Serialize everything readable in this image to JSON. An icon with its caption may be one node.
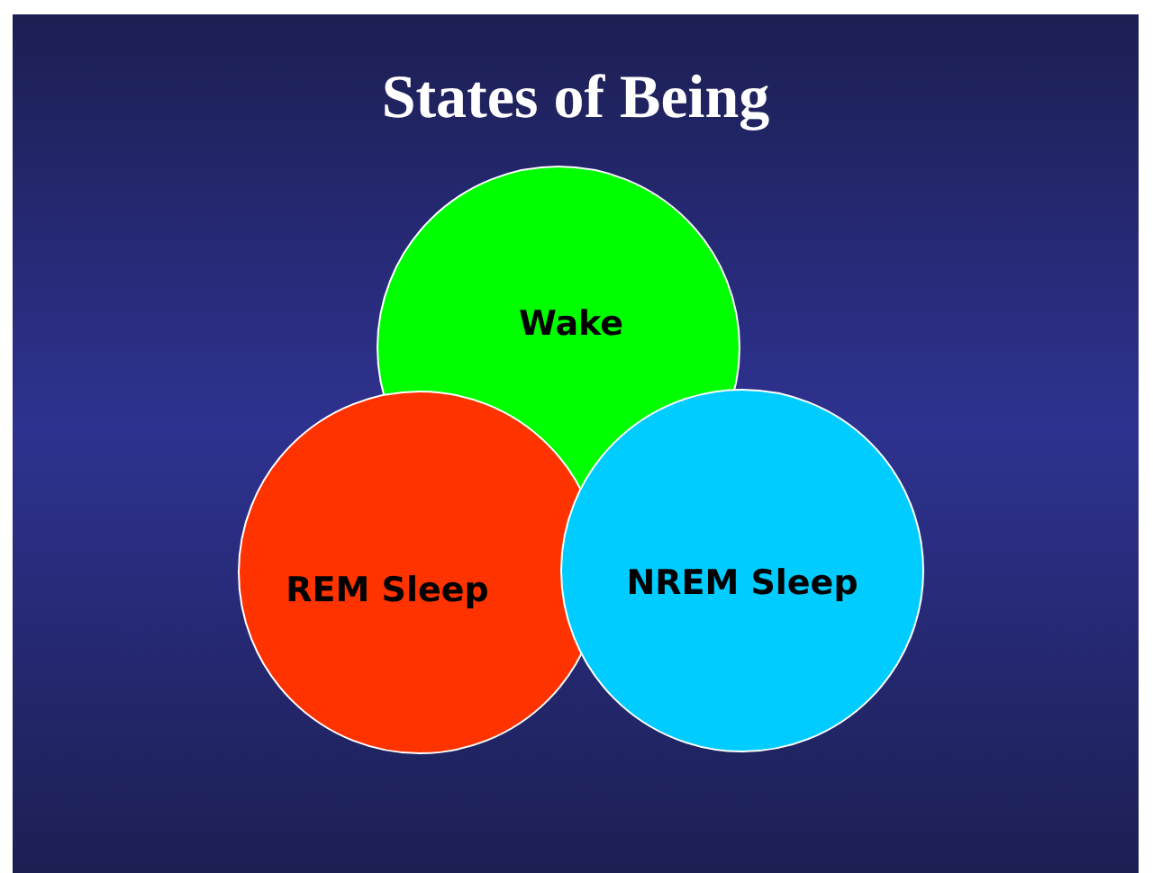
{
  "diagram": {
    "title": "States of Being",
    "nodes": [
      {
        "text": [
          "Wake"
        ]
      },
      {
        "text": [
          "REM Sleep"
        ]
      },
      {
        "text": [
          "NREM Sleep"
        ]
      }
    ]
  }
}
